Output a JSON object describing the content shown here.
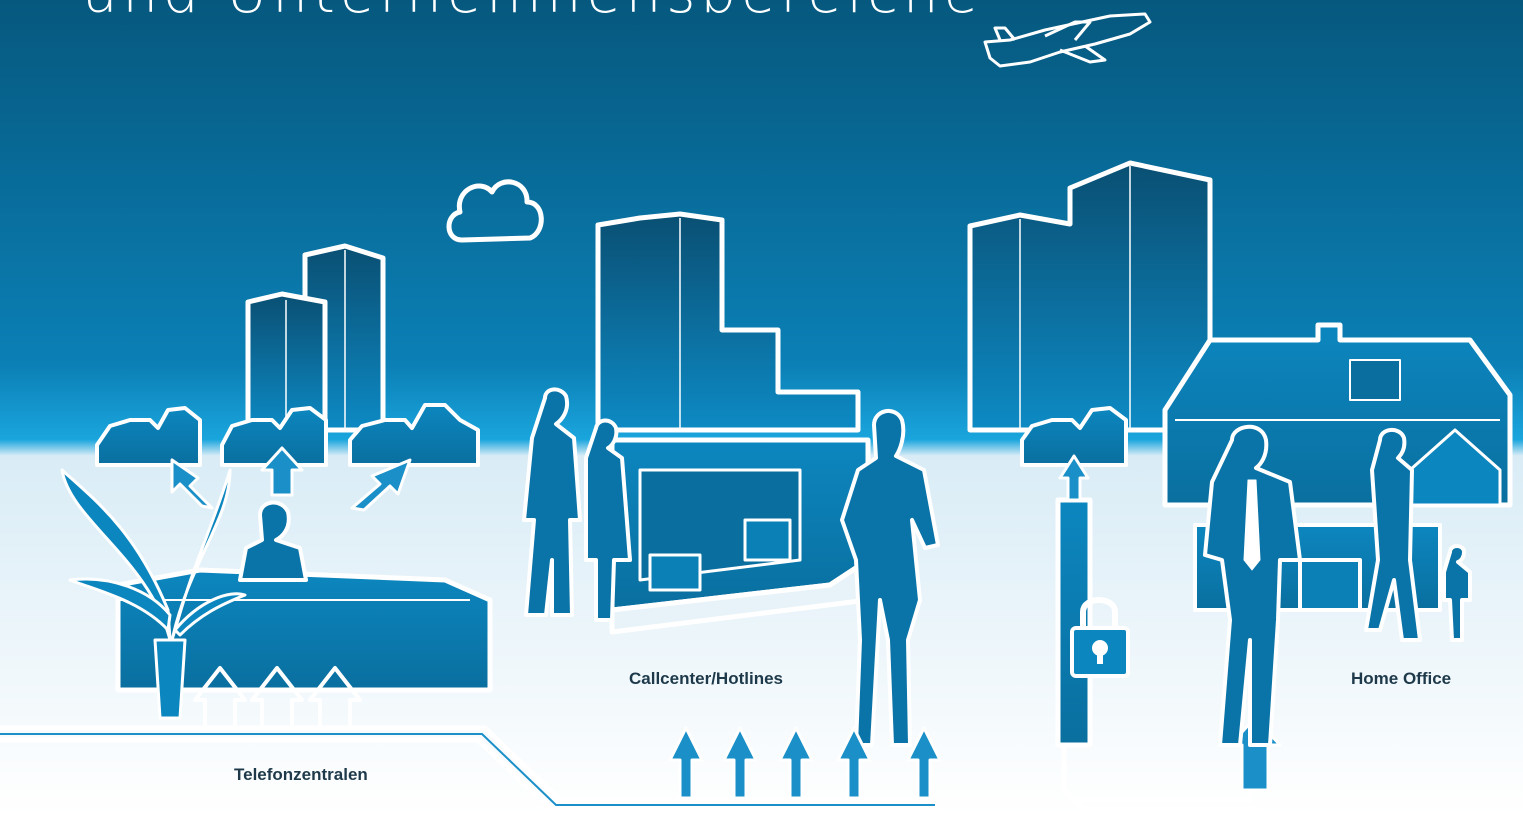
{
  "headline": "und Unternehmensbereiche",
  "labels": {
    "callcenter": "Callcenter/Hotlines",
    "telefonzentralen": "Telefonzentralen",
    "home_office": "Home Office"
  },
  "colors": {
    "sky_top": "#06587e",
    "sky_mid": "#0b84bb",
    "horizon": "#1aa5dd",
    "ground": "#eaf4fa",
    "shape_fill": "#0a7cb2",
    "shape_dark": "#085d87",
    "outline": "#ffffff",
    "label_text": "#1e3a4a"
  },
  "icons": [
    "airplane-icon",
    "cloud-icon",
    "padlock-icon",
    "arrow-icon",
    "desk-phone-icon",
    "plant-icon"
  ]
}
